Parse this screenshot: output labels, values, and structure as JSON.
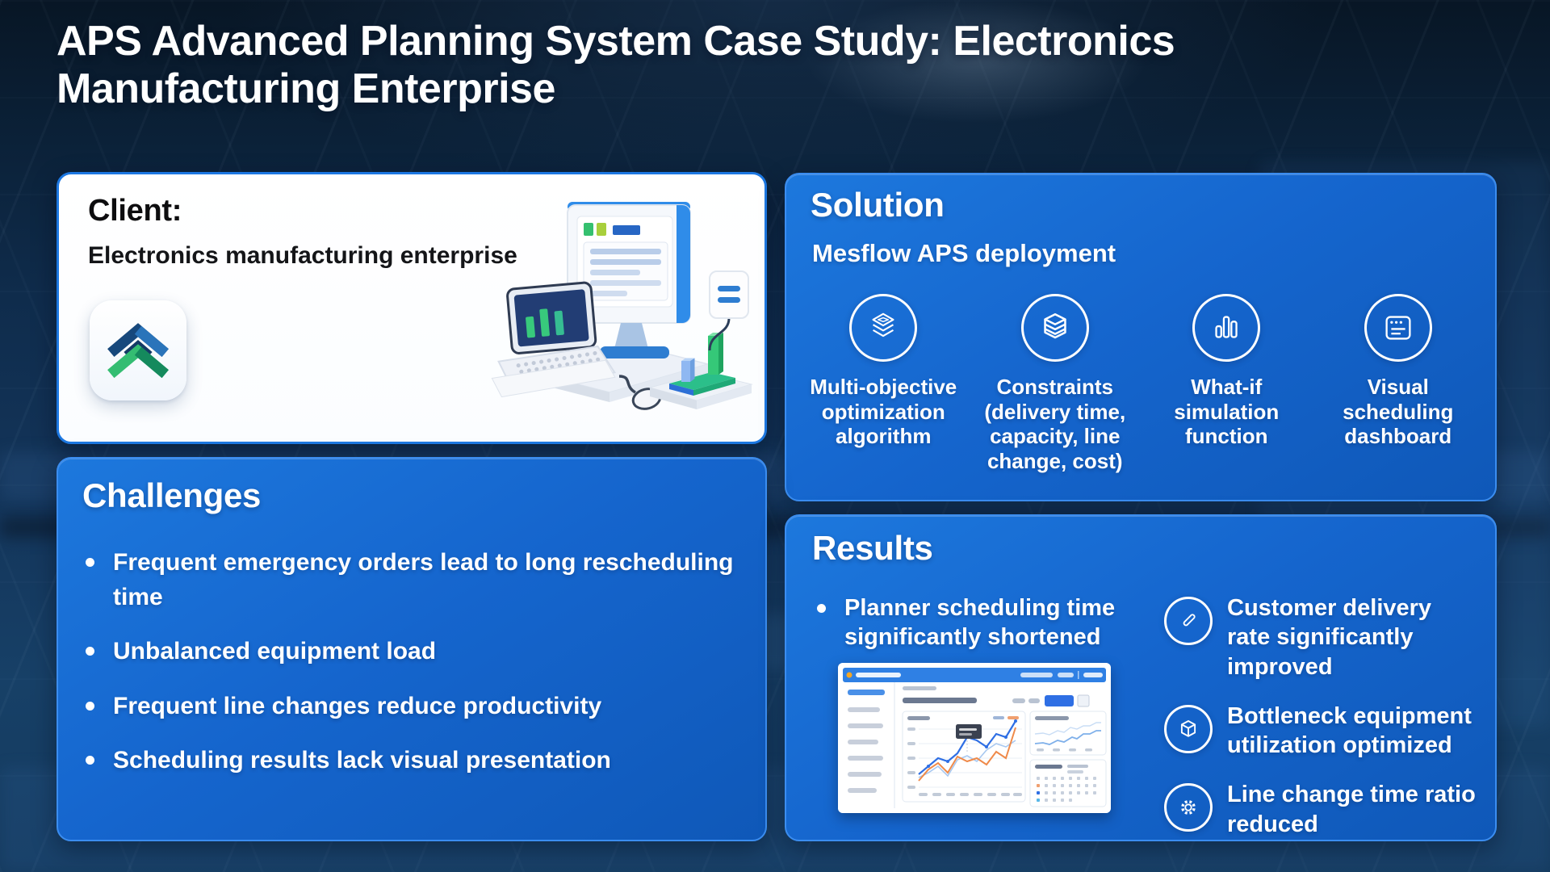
{
  "title": "APS Advanced Planning System Case Study: Electronics Manufacturing Enterprise",
  "client": {
    "heading": "Client:",
    "description": "Electronics manufacturing enterprise",
    "logo_icon": "layered-chevron-logo",
    "illustration": "isometric-workstation-illustration"
  },
  "solution": {
    "heading": "Solution",
    "subheading": "Mesflow APS deployment",
    "features": [
      {
        "icon": "layered-cube-icon",
        "label": "Multi-objective optimization algorithm"
      },
      {
        "icon": "stacked-layers-icon",
        "label": "Constraints (delivery time, capacity, line change, cost)"
      },
      {
        "icon": "bar-chart-icon",
        "label": "What-if simulation function"
      },
      {
        "icon": "dashboard-board-icon",
        "label": "Visual scheduling dashboard"
      }
    ]
  },
  "challenges": {
    "heading": "Challenges",
    "items": [
      "Frequent emergency orders lead to long rescheduling time",
      "Unbalanced equipment load",
      "Frequent line changes reduce productivity",
      "Scheduling results lack visual presentation"
    ]
  },
  "results": {
    "heading": "Results",
    "bullet": "Planner scheduling time significantly shortened",
    "items": [
      {
        "icon": "pencil-icon",
        "label": "Customer delivery rate significantly improved"
      },
      {
        "icon": "package-icon",
        "label": "Bottleneck equipment utilization optimized"
      },
      {
        "icon": "gear-icon",
        "label": "Line change time ratio reduced"
      }
    ]
  },
  "colors": {
    "card_blue": "#1565cd",
    "card_border_blue": "#3b8df0",
    "background_navy": "#0c2036",
    "logo_blue": "#1f5f9e",
    "logo_green": "#27ab62",
    "chart_line_blue": "#2f6fe4",
    "chart_line_orange": "#ef8a4a",
    "text_white": "#ffffff",
    "text_dark": "#141518"
  }
}
